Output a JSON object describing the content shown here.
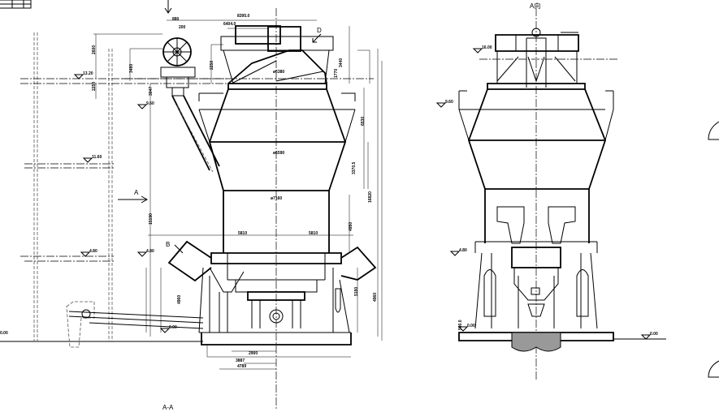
{
  "drawing": {
    "section_title": "A-A",
    "view_title": "A向",
    "arrows": {
      "a": "A",
      "b": "B",
      "d": "D"
    },
    "dims": {
      "top_width": "8395.0",
      "hood_width": "6404.0",
      "feed_offset": "880",
      "feed_width": "200",
      "h_2600": "2600",
      "h_3480": "3480",
      "h_2250": "2250",
      "h_3047": "3047",
      "h_2250b": "2250",
      "h_3440": "3440",
      "h_1770": "1770",
      "sep_top_dia": "ø6380",
      "sep_dia": "ø6590",
      "cone_h": "6530",
      "cone_lower_h": "3370.5",
      "cyl_dia": "ø7160",
      "total_h": "15190",
      "overall_h": "16820",
      "mid_h": "4950",
      "half_left": "5810",
      "half_right": "5810",
      "base_h1": "4960",
      "base_h2": "5180",
      "base_h3": "4960",
      "b_2900": "2900",
      "b_3887": "3887",
      "b_4789": "4789",
      "found_h": "500.0"
    },
    "levels": {
      "l1": "13.20",
      "l2": "9.60",
      "l3": "11.60",
      "l4": "4.80",
      "l5": "4.80",
      "l6": "0.00",
      "l7": "0.00",
      "r1": "16.00",
      "r2": "9.60",
      "r3": "4.80",
      "r4": "0.00",
      "r5": "0.00"
    }
  }
}
